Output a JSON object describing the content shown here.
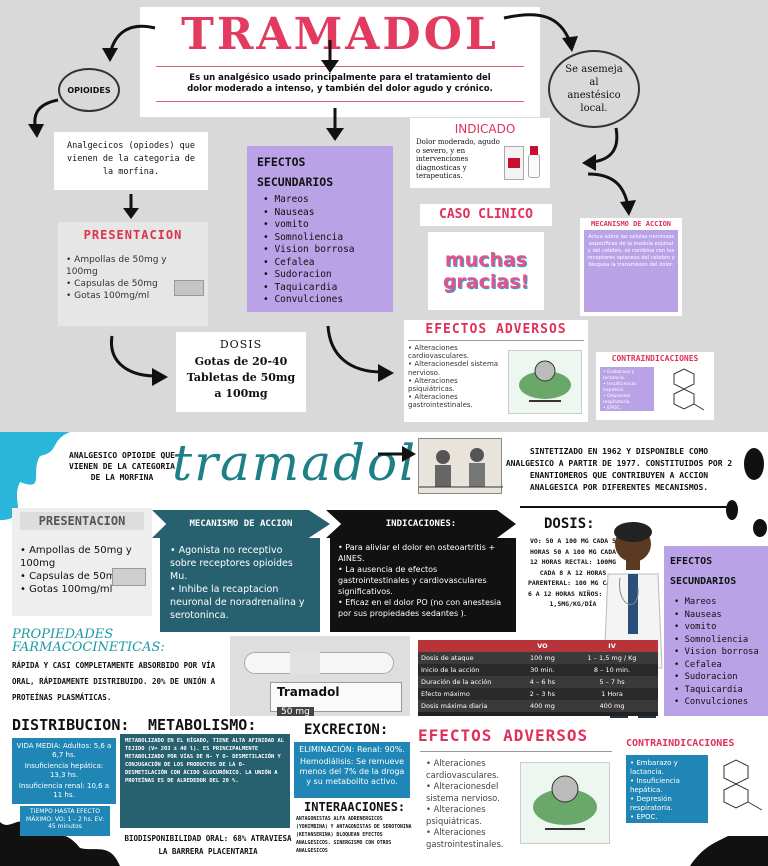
{
  "top": {
    "title": "TRAMADOL",
    "definition": "Es un analgésico usado principalmente para el tratamiento del dolor moderado a intenso, y también del dolor agudo y crónico.",
    "opioides": "OPIOIDES",
    "semeja": "Se asemeja al anestésico local.",
    "analgesicos": "Analgecicos (opiodes) que vienen de la categoria de la morfina.",
    "presentacion_title": "PRESENTACION",
    "presentacion_items": [
      "Ampollas de 50mg y 100mg",
      "Capsulas de 50mg",
      "Gotas 100mg/ml"
    ],
    "efectos_sec_title": "EFECTOS SECUNDARIOS",
    "efectos_sec_items": [
      "Mareos",
      "Nauseas",
      "vomito",
      "Somnoliencia",
      "Vision borrosa",
      "Cefalea",
      "Sudoracion",
      "Taquicardia",
      "Convulciones"
    ],
    "dosis_title": "DOSIS",
    "dosis_text": "Gotas de 20-40 Tabletas de 50mg a 100mg",
    "indicado_title": "INDICADO",
    "indicado_text": "Dolor moderado, agudo o severo, y en intervenciones diagnosticas y terapeuticas.",
    "caso_title": "CASO CLINICO",
    "gracias": "muchas gracias!",
    "mecanismo_title": "MECANISMO DE ACCION",
    "mecanismo_text": "Actua sobre las celulas nerviosas especificas de la medula espinal y del celebro, se combina con los receptores opiaceos del celebro y bloquea la transmision del dolor.",
    "adversos_title": "EFECTOS ADVERSOS",
    "adversos_items": [
      "Alteraciones cardiovasculares.",
      "Alteracionesdel sistema nervioso.",
      "Alteraciones psiquiátricas.",
      "Alteraciones gastrointestinales."
    ],
    "contra_title": "CONTRAINDICACIONES",
    "contra_items": [
      "Embarazo y lactancia.",
      "Insuficiencia hepatica.",
      "Depresion respiratoria.",
      "EPOC."
    ]
  },
  "bottom": {
    "title": "tramadol",
    "intro": "ANALGESICO OPIOIDE QUE VIENEN DE LA CATEGORIA DE LA MORFINA",
    "sintetizado": "SINTETIZADO EN 1962 Y DISPONIBLE COMO ANALGESICO A PARTIR DE 1977. CONSTITUIDOS POR 2 ENANTIOMEROS QUE CONTRIBUYEN A ACCION ANALGESICA POR DIFERENTES MECANISMOS.",
    "presentacion_title": "PRESENTACION",
    "presentacion_items": [
      "Ampollas de 50mg y 100mg",
      "Capsulas de 50mg",
      "Gotas 100mg/ml"
    ],
    "mecanismo_title": "MECANISMO DE ACCION",
    "mecanismo_items": [
      "Agonista no receptivo sobre receptores opioides Mu.",
      "Inhibe la recaptacion neuronal de noradrenalina y serotoninca."
    ],
    "indicaciones_title": "INDICACIONES:",
    "indicaciones_items": [
      "Para aliviar el dolor en osteoartritis + AINES.",
      "La ausencia de efectos gastrointestinales y cardiovasculares significativos.",
      "Eficaz en el dolor PO (no con anestesia por sus propiedades sedantes )."
    ],
    "dosis_title": "DOSIS:",
    "dosis_text": "VO: 50 A 100 MG CADA 5 HORAS 50 A 100 MG CADA 12 HORAS RECTAL: 100MG CADA 8 A 12 HORAS PARENTERAL: 100 MG CADA 6 A 12 HORAS NIÑOS: 1 A 1,5MG/KG/DÍA",
    "efectos_sec_title": "EFECTOS SECUNDARIOS",
    "efectos_sec_items": [
      "Mareos",
      "Nauseas",
      "vomito",
      "Somnoliencia",
      "Vision borrosa",
      "Cefalea",
      "Sudoracion",
      "Taquicardia",
      "Convulciones"
    ],
    "propiedades_title": "PROPIEDADES FARMACOCINETICAS:",
    "propiedades_text": "RÁPIDA Y CASI COMPLETAMENTE ABSORBIDO POR VÍA ORAL, RÁPIDAMENTE DISTRIBUIDO. 20% DE UNIÓN A PROTEÍNAS PLASMÁTICAS.",
    "pill_label": "Tramadol",
    "pill_dose": "50 mg",
    "table_headers": [
      "",
      "VO",
      "IV"
    ],
    "table_rows": [
      [
        "Dosis de ataque",
        "100 mg",
        "1 – 1,5 mg / Kg"
      ],
      [
        "Inicio de la acción",
        "30 min.",
        "8 – 10 min."
      ],
      [
        "Duración de la acción",
        "4 – 6 hs",
        "5 – 7 hs"
      ],
      [
        "Efecto máximo",
        "2 – 3 hs",
        "1     Hora"
      ],
      [
        "Dosis máxima diaria",
        "400 mg",
        "400 mg"
      ]
    ],
    "distribucion_title": "DISTRIBUCION:",
    "distribucion_text": [
      "VIDA MEDIA: Adultos: 5,6 a 6,7 hs.",
      "Insuficiencia hepática: 13,3 hs.",
      "Insuficiencia renal: 10,6 a 11 hs."
    ],
    "tiempo_text": "TIEMPO HASTA EFECTO MÁXIMO: VO: 1 – 2 hs. EV: 45 minutos",
    "metabolismo_title": "METABOLISMO:",
    "metabolismo_text": "METABOLIZADO EN EL HÍGADO, TIENE ALTA AFINIDAD AL TEJIDO (V= 203 ± 40 l). ES PRINCIPALMENTE METABOLIZADO POR VÍAS DE N- Y O- DESMETILACIÓN Y CONJUGACIÓN DE LOS PRODUCTOS DE LA O-DESMETILACIÓN CON ÁCIDO GLUCURÓNICO. LA UNIÓN A PROTEÍNAS ES DE ALREDEDOR DEL 20 %.",
    "biodisp": "BIODISPONIBILIDAD ORAL: 68% ATRAVIESA LA BARRERA PLACENTARIA",
    "excrecion_title": "EXCRECION:",
    "excrecion_items": [
      "ELIMINACIÓN: Renal: 90%.",
      "Hemodiálisis: Se remueve menos del 7% de la droga y su metabolito activo."
    ],
    "interacciones_title": "INTERAACIONES:",
    "interacciones_text": "ANTAGONISTAS ALFA ADRENERGICOS (YOHIMBINA) Y ANTAGONISTAS DE SEROTONINA (KETANSERINA) BLOQUEAN EFECTOS ANALGESICOS. SINERGISMO CON OTROS ANALGESICOS",
    "adversos_title": "EFECTOS ADVERSOS",
    "adversos_items": [
      "Alteraciones cardiovasculares.",
      "Alteracionesdel sistema nervioso.",
      "Alteraciones psiquiátricas.",
      "Alteraciones gastrointestinales."
    ],
    "contra_title": "CONTRAINDICACIONES",
    "contra_items": [
      "Embarazo y lactancia.",
      "Insuficiencia hepática.",
      "Depresión respiratoria.",
      "EPOC."
    ]
  }
}
